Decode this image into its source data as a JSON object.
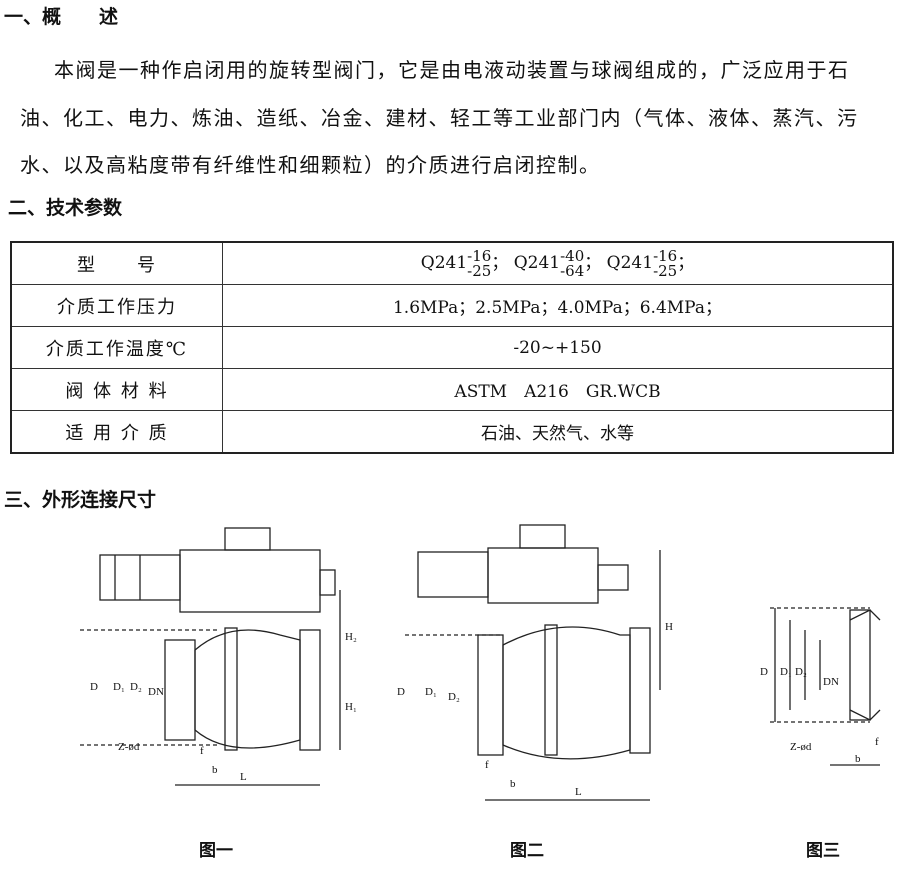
{
  "section1": {
    "title": "一、概　　述",
    "lines": [
      "本阀是一种作启闭用的旋转型阀门，它是由电液动装置与球阀组成的，广泛应用于石",
      "油、化工、电力、炼油、造纸、冶金、建材、轻工等工业部门内（气体、液体、蒸汽、污",
      "水、以及高粘度带有纤维性和细颗粒）的介质进行启闭控制。"
    ]
  },
  "section2": {
    "title": "二、技术参数",
    "rows": [
      {
        "key": "型　　号",
        "models": [
          {
            "base": "Q241",
            "top": "-16",
            "bottom": "-25"
          },
          {
            "base": "Q241",
            "top": "-40",
            "bottom": "-64"
          },
          {
            "base": "Q241",
            "top": "-16",
            "bottom": "-25"
          }
        ]
      },
      {
        "key": "介质工作压力",
        "value": "1.6MPa；2.5MPa；4.0MPa；6.4MPa；"
      },
      {
        "key": "介质工作温度℃",
        "value": "-20~+150"
      },
      {
        "key": "阀 体 材 料",
        "value": "ASTM　A216　GR.WCB"
      },
      {
        "key": "适 用 介 质",
        "value": "石油、天然气、水等"
      }
    ]
  },
  "section3": {
    "title": "三、外形连接尺寸",
    "labels": {
      "D": "D",
      "D1": "D₁",
      "D2": "D₂",
      "DN": "DN",
      "H": "H",
      "H1": "H₁",
      "H2": "H₂",
      "Zd": "Z-ød",
      "f": "f",
      "b": "b",
      "L": "L"
    },
    "captions": [
      "图一",
      "图二",
      "图三"
    ]
  }
}
